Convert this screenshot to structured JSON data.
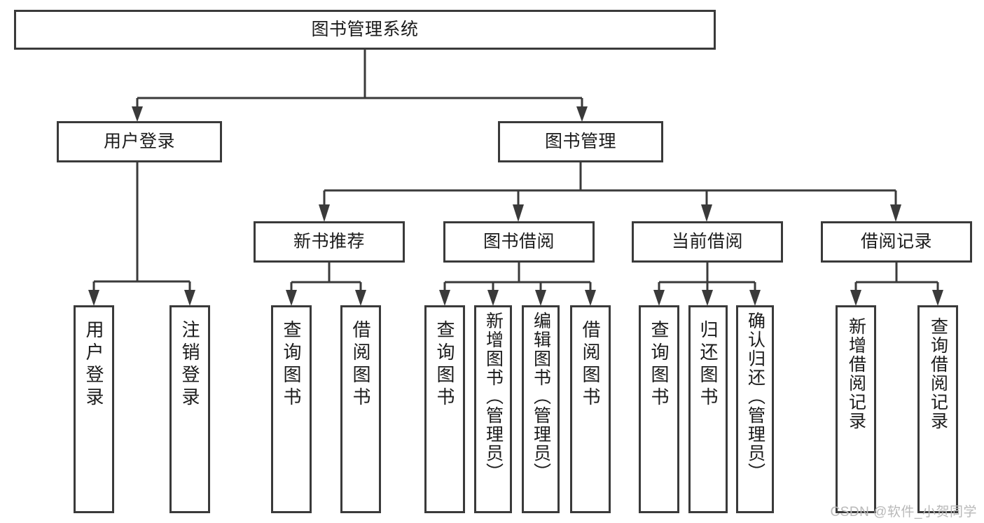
{
  "diagram": {
    "type": "tree",
    "title": "图书管理系统",
    "orientation": "top-down",
    "colors": {
      "box_border": "#3a3a3a",
      "box_fill": "#ffffff",
      "connector": "#3a3a3a",
      "text": "#1b1b1b",
      "watermark": "#b9b9b9",
      "background": "#ffffff"
    },
    "watermark": "CSDN @软件_小贺同学",
    "levels": [
      {
        "level": 0,
        "nodes": [
          "图书管理系统"
        ]
      },
      {
        "level": 1,
        "nodes": [
          "用户登录",
          "图书管理"
        ]
      },
      {
        "level": 2,
        "nodes": [
          "新书推荐",
          "图书借阅",
          "当前借阅",
          "借阅记录"
        ]
      },
      {
        "level": 3,
        "nodes": [
          "用户登录",
          "注销登录",
          "查询图书",
          "借阅图书",
          "查询图书",
          "新增图书（管理员）",
          "编辑图书（管理员）",
          "借阅图书",
          "查询图书",
          "归还图书",
          "确认归还（管理员）",
          "新增借阅记录",
          "查询借阅记录"
        ]
      }
    ]
  },
  "nodes": {
    "root": {
      "label": "图书管理系统"
    },
    "user_login": {
      "label": "用户登录"
    },
    "book_manage": {
      "label": "图书管理"
    },
    "new_book_rec": {
      "label": "新书推荐"
    },
    "book_borrow": {
      "label": "图书借阅"
    },
    "current_borrow": {
      "label": "当前借阅"
    },
    "borrow_record": {
      "label": "借阅记录"
    },
    "leaf_user_login": {
      "label": "用户登录"
    },
    "leaf_logout": {
      "label": "注销登录"
    },
    "leaf_query_book_a": {
      "label": "查询图书"
    },
    "leaf_borrow_book_a": {
      "label": "借阅图书"
    },
    "leaf_query_book_b": {
      "label": "查询图书"
    },
    "leaf_add_book": {
      "label": "新增图书（管理员）"
    },
    "leaf_edit_book": {
      "label": "编辑图书（管理员）"
    },
    "leaf_borrow_book_b": {
      "label": "借阅图书"
    },
    "leaf_query_book_c": {
      "label": "查询图书"
    },
    "leaf_return_book": {
      "label": "归还图书"
    },
    "leaf_confirm_return": {
      "label": "确认归还（管理员）"
    },
    "leaf_add_record": {
      "label": "新增借阅记录"
    },
    "leaf_query_record": {
      "label": "查询借阅记录"
    }
  },
  "footer": {
    "watermark": "CSDN @软件_小贺同学"
  }
}
